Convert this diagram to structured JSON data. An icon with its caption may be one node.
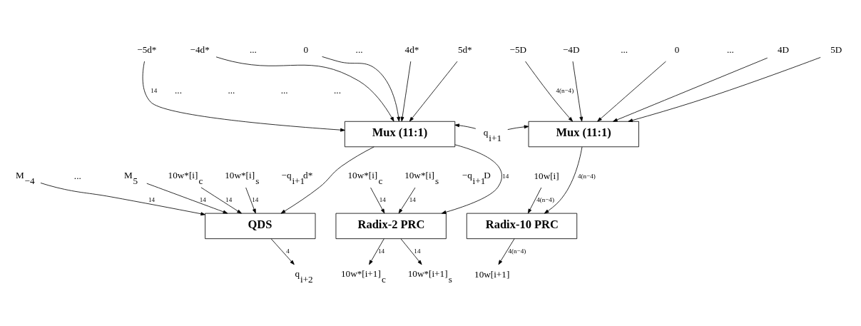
{
  "diagram": {
    "nodes": [
      {
        "text": [
          "Mux (11:1)"
        ]
      },
      {
        "text": [
          "Mux (11:1)"
        ]
      },
      {
        "text": [
          "QDS"
        ]
      },
      {
        "text": [
          "Radix-2 PRC"
        ]
      },
      {
        "text": [
          "Radix-10 PRC"
        ]
      },
      {
        "text": [
          "−5d*"
        ]
      },
      {
        "text": [
          "−4d*"
        ]
      },
      {
        "text": [
          "0"
        ]
      },
      {
        "text": [
          "4d*"
        ]
      },
      {
        "text": [
          "5d*"
        ]
      },
      {
        "text": [
          "−5D"
        ]
      },
      {
        "text": [
          "−4D"
        ]
      },
      {
        "text": [
          "0"
        ]
      },
      {
        "text": [
          "4D"
        ]
      },
      {
        "text": [
          "5D"
        ]
      },
      {
        "text": [
          "q$_{i+1}$"
        ]
      },
      {
        "text": [
          "M$_{−4}$"
        ]
      },
      {
        "text": [
          "M$_{5}$"
        ]
      },
      {
        "text": [
          "10w*[i]$_{c}$"
        ]
      },
      {
        "text": [
          "10w*[i]$_{s}$"
        ]
      },
      {
        "text": [
          "10w*[i]$_{c}$"
        ]
      },
      {
        "text": [
          "10w*[i]$_{s}$"
        ]
      },
      {
        "text": [
          "10w[i]"
        ]
      },
      {
        "text": [
          "10w*[i+1]$_{c}$"
        ]
      },
      {
        "text": [
          "10w*[i+1]$_{s}$"
        ]
      },
      {
        "text": [
          "10w[i+1]"
        ]
      },
      {
        "text": [
          "q$_{i+2}$"
        ]
      }
    ],
    "edges": [
      {
        "from": 5,
        "to": 0,
        "arrow": "to",
        "label": "14"
      },
      {
        "from": 6,
        "to": 0,
        "arrow": "to"
      },
      {
        "from": 7,
        "to": 0,
        "arrow": "to"
      },
      {
        "from": 8,
        "to": 0,
        "arrow": "to"
      },
      {
        "from": 9,
        "to": 0,
        "arrow": "to"
      },
      {
        "from": 10,
        "to": 1,
        "arrow": "to",
        "label": "4(n−4)"
      },
      {
        "from": 11,
        "to": 1,
        "arrow": "to"
      },
      {
        "from": 12,
        "to": 1,
        "arrow": "to"
      },
      {
        "from": 13,
        "to": 1,
        "arrow": "to"
      },
      {
        "from": 14,
        "to": 1,
        "arrow": "to"
      },
      {
        "from": 15,
        "to": 0,
        "arrow": "to"
      },
      {
        "from": 15,
        "to": 1,
        "arrow": "to"
      },
      {
        "from": 0,
        "to": 2,
        "arrow": "to"
      },
      {
        "from": 0,
        "to": 3,
        "arrow": "to",
        "label": "14"
      },
      {
        "from": 1,
        "to": 4,
        "arrow": "to",
        "label": "4(n−4)"
      },
      {
        "from": 16,
        "to": 2,
        "arrow": "to",
        "label": "14"
      },
      {
        "from": 17,
        "to": 2,
        "arrow": "to",
        "label": "14"
      },
      {
        "from": 18,
        "to": 2,
        "arrow": "to",
        "label": "14"
      },
      {
        "from": 19,
        "to": 2,
        "arrow": "to",
        "label": "14"
      },
      {
        "from": 20,
        "to": 3,
        "arrow": "to",
        "label": "14"
      },
      {
        "from": 21,
        "to": 3,
        "arrow": "to",
        "label": "14"
      },
      {
        "from": 22,
        "to": 4,
        "arrow": "to",
        "label": "4(n−4)"
      },
      {
        "from": 2,
        "to": 26,
        "arrow": "to",
        "label": "4"
      },
      {
        "from": 3,
        "to": 23,
        "arrow": "to",
        "label": "14"
      },
      {
        "from": 3,
        "to": 24,
        "arrow": "to",
        "label": "14"
      },
      {
        "from": 4,
        "to": 25,
        "arrow": "to",
        "label": "4(n−4)"
      }
    ],
    "labels": [
      "...",
      "...",
      "...",
      "...",
      "...",
      "...",
      "...",
      "...",
      "...",
      "−q$_{i+1}$d*",
      "−q$_{i+1}$D"
    ]
  }
}
